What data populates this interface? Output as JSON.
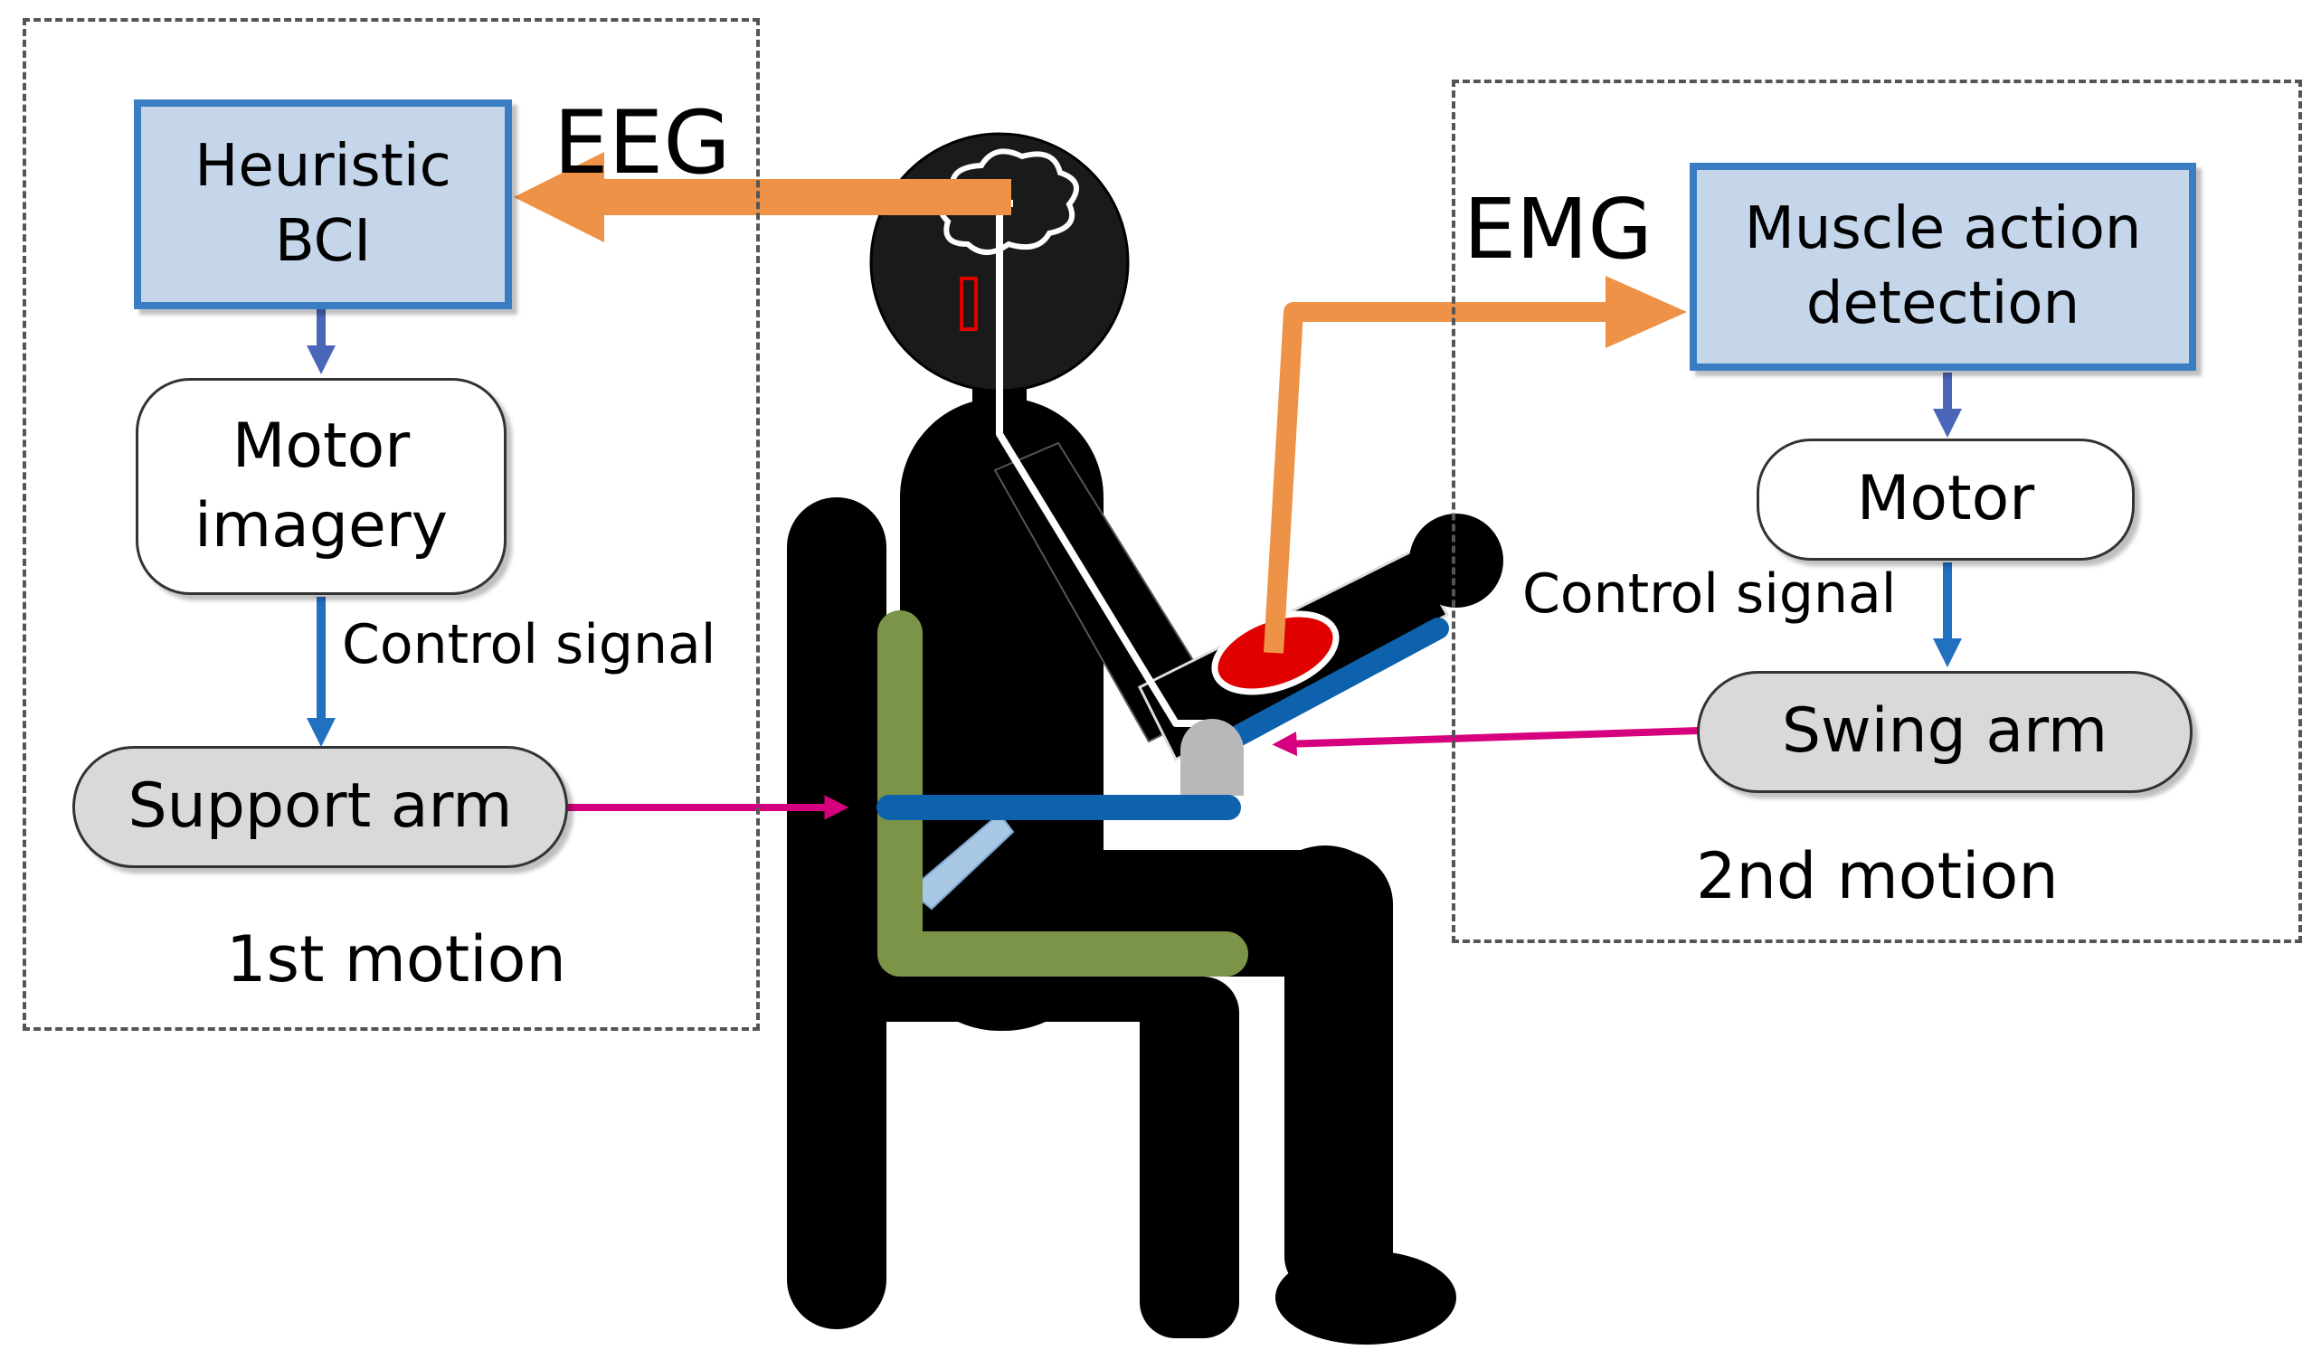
{
  "left_panel": {
    "bci_line1": "Heuristic",
    "bci_line2": "BCI",
    "imagery_line1": "Motor",
    "imagery_line2": "imagery",
    "control_signal": "Control signal",
    "support_arm": "Support arm",
    "motion_label": "1st motion"
  },
  "right_panel": {
    "detect_line1": "Muscle action",
    "detect_line2": "detection",
    "motor": "Motor",
    "control_signal": "Control signal",
    "swing_arm": "Swing arm",
    "motion_label": "2nd motion"
  },
  "signals": {
    "eeg": "EEG",
    "emg": "EMG"
  },
  "colors": {
    "signal_arrow": "#ed9247",
    "box_fill": "#c5d6ea",
    "box_border": "#3a7dc3",
    "flow_arrow": "#4a66b8",
    "magenta_arrow": "#d6007f",
    "support_bar": "#0e62ad",
    "frame_green": "#7c9448",
    "muscle_red": "#e00000"
  }
}
